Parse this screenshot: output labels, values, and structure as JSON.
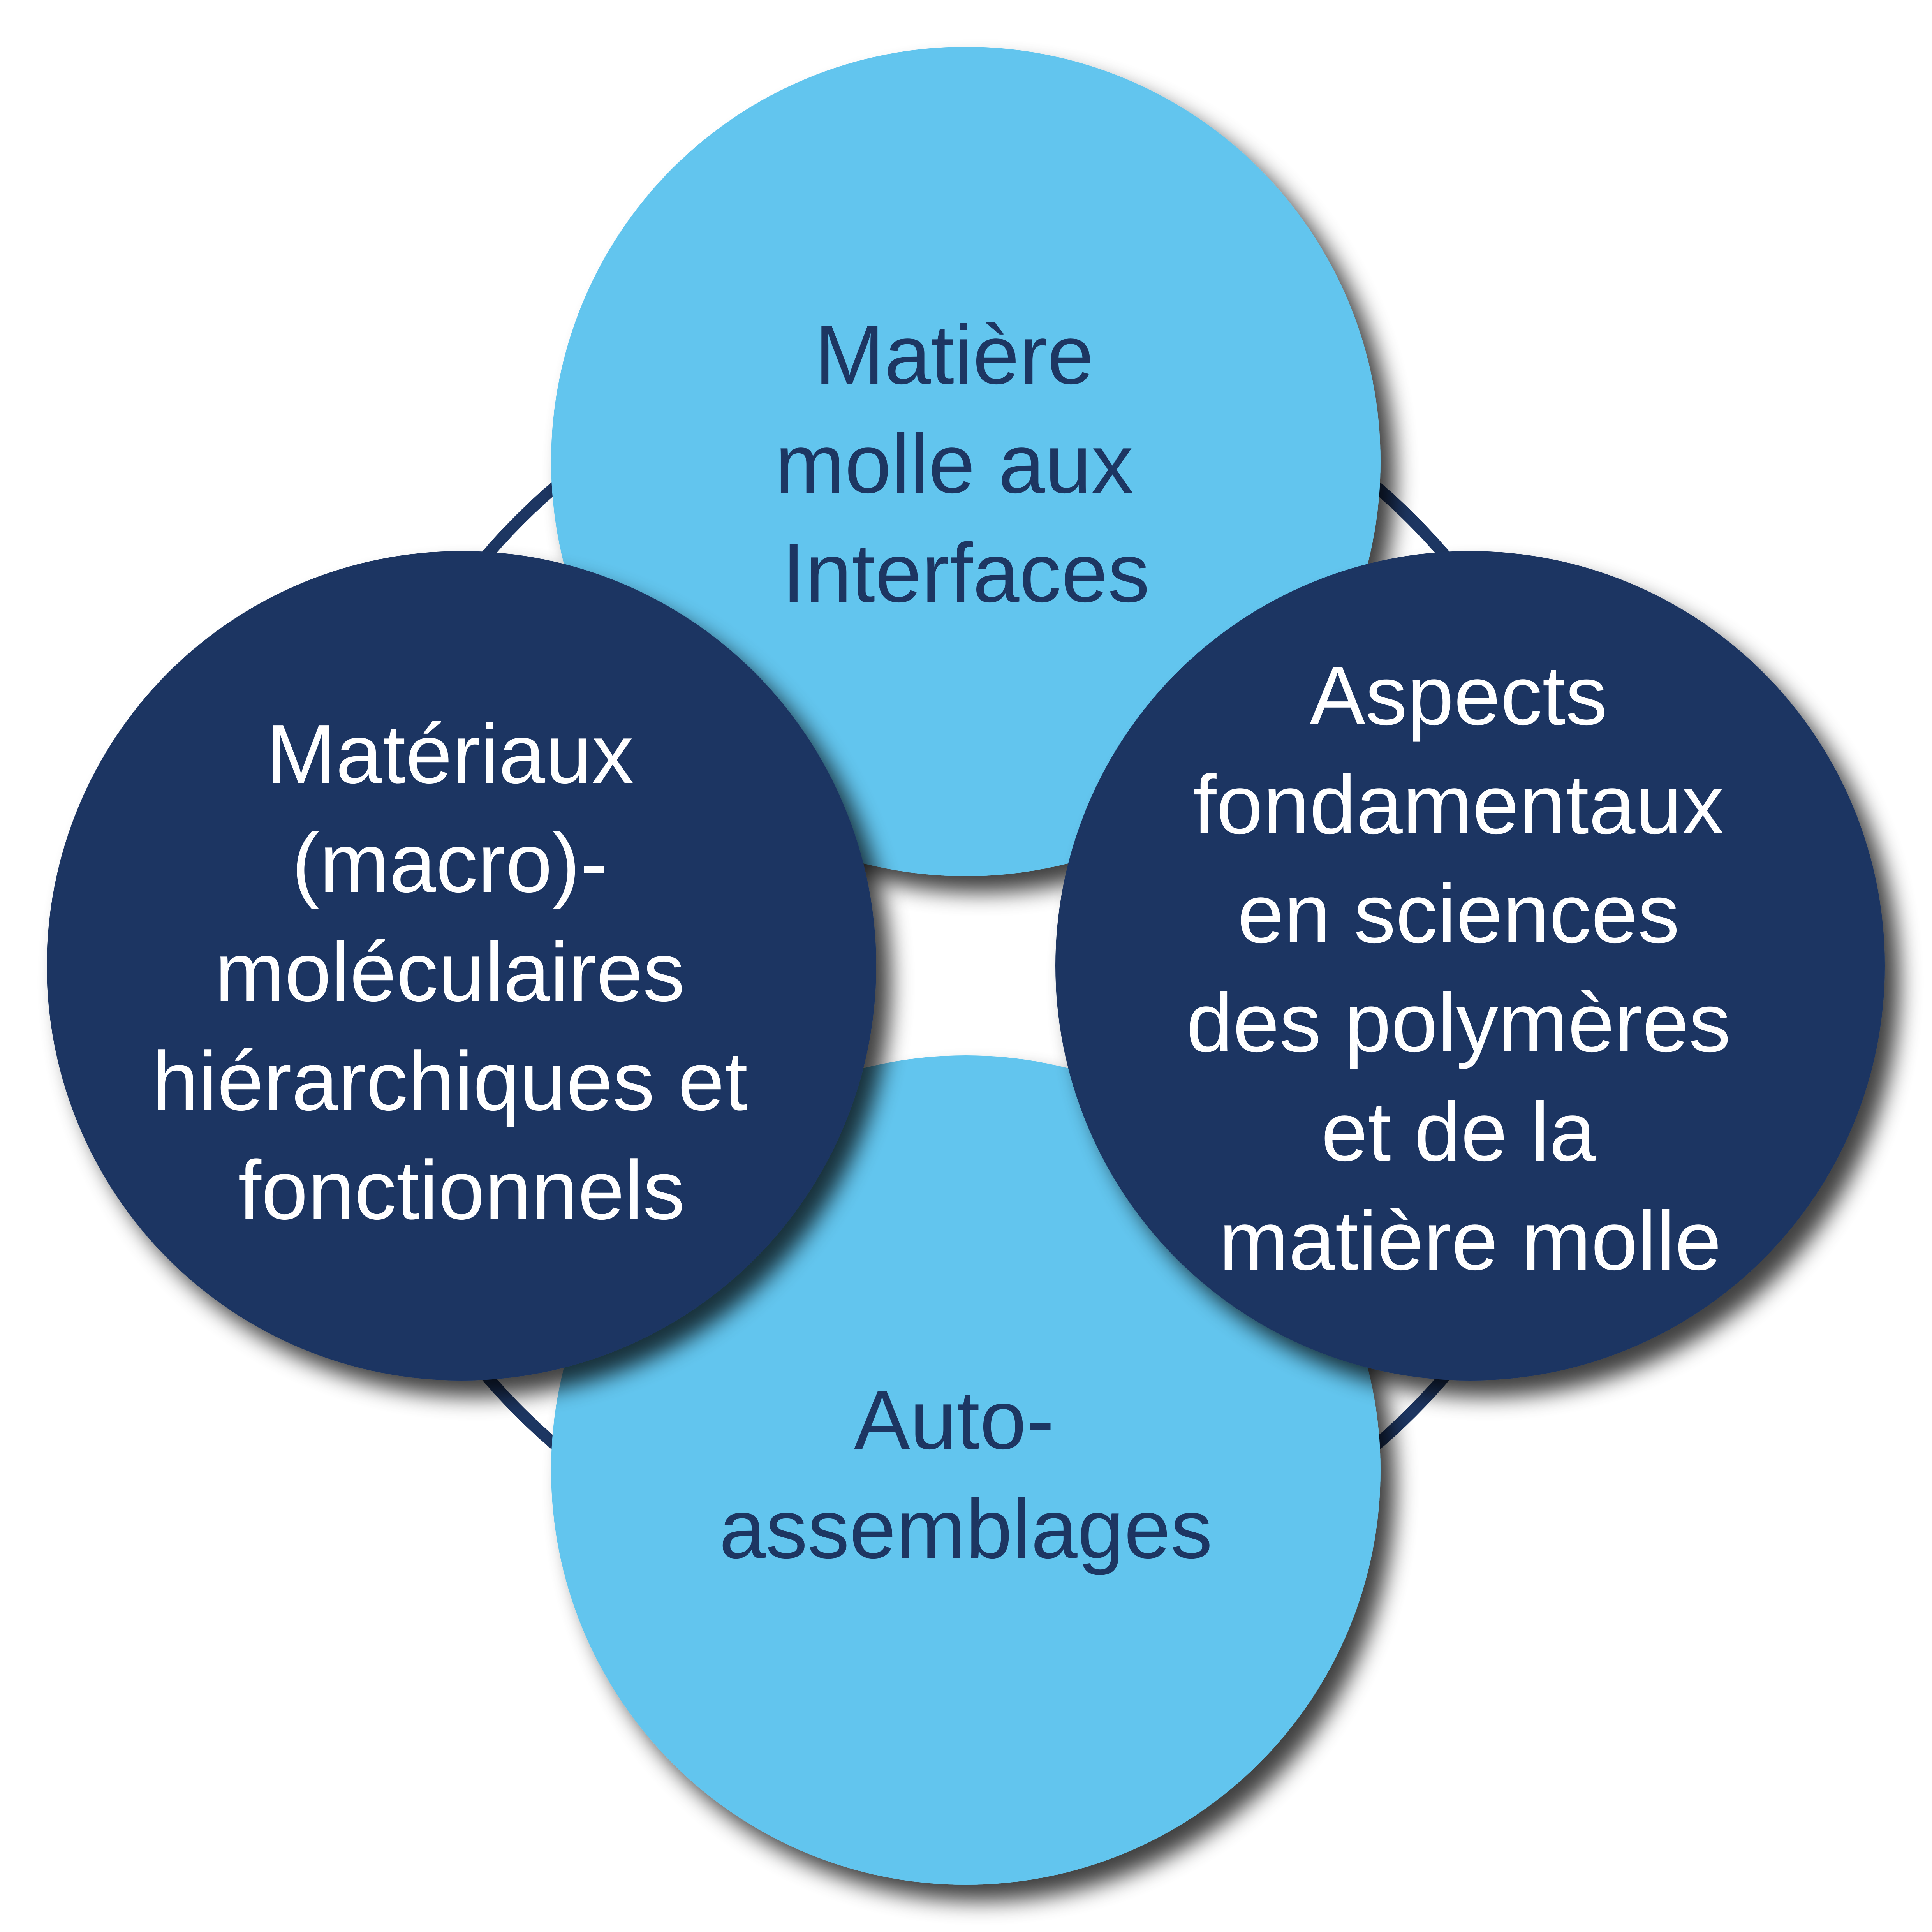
{
  "colors": {
    "background": "#ffffff",
    "light_blue": "#62c5ee",
    "navy": "#1d3662",
    "ring": "#1d3662",
    "shadow": "#3a3a3a"
  },
  "circles": [
    {
      "id": "top",
      "fill": "light_blue",
      "text_color": "navy",
      "lines": [
        "Matière",
        "molle aux",
        "Interfaces"
      ]
    },
    {
      "id": "bottom",
      "fill": "light_blue",
      "text_color": "navy",
      "lines": [
        "Auto-",
        "assemblages"
      ]
    },
    {
      "id": "left",
      "fill": "navy",
      "text_color": "white",
      "lines": [
        "Matériaux",
        "(macro)-",
        "moléculaires",
        "hiérarchiques et",
        "fonctionnels"
      ]
    },
    {
      "id": "right",
      "fill": "navy",
      "text_color": "white",
      "lines": [
        "Aspects",
        "fondamentaux",
        "en sciences",
        "des polymères",
        "et de la",
        "matière molle"
      ]
    }
  ]
}
